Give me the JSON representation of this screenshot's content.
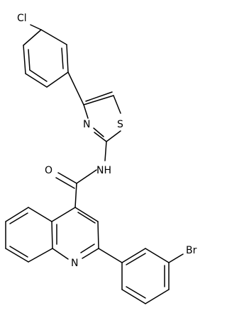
{
  "molecule": {
    "atom_labels": {
      "chlorine": "Cl",
      "nitrogen_thiazole": "N",
      "sulfur": "S",
      "nitrogen_amide": "NH",
      "oxygen": "O",
      "nitrogen_quinoline": "N",
      "bromine": "Br"
    }
  },
  "colors": {
    "bond": "#000000",
    "text": "#000000",
    "background": "#ffffff"
  }
}
